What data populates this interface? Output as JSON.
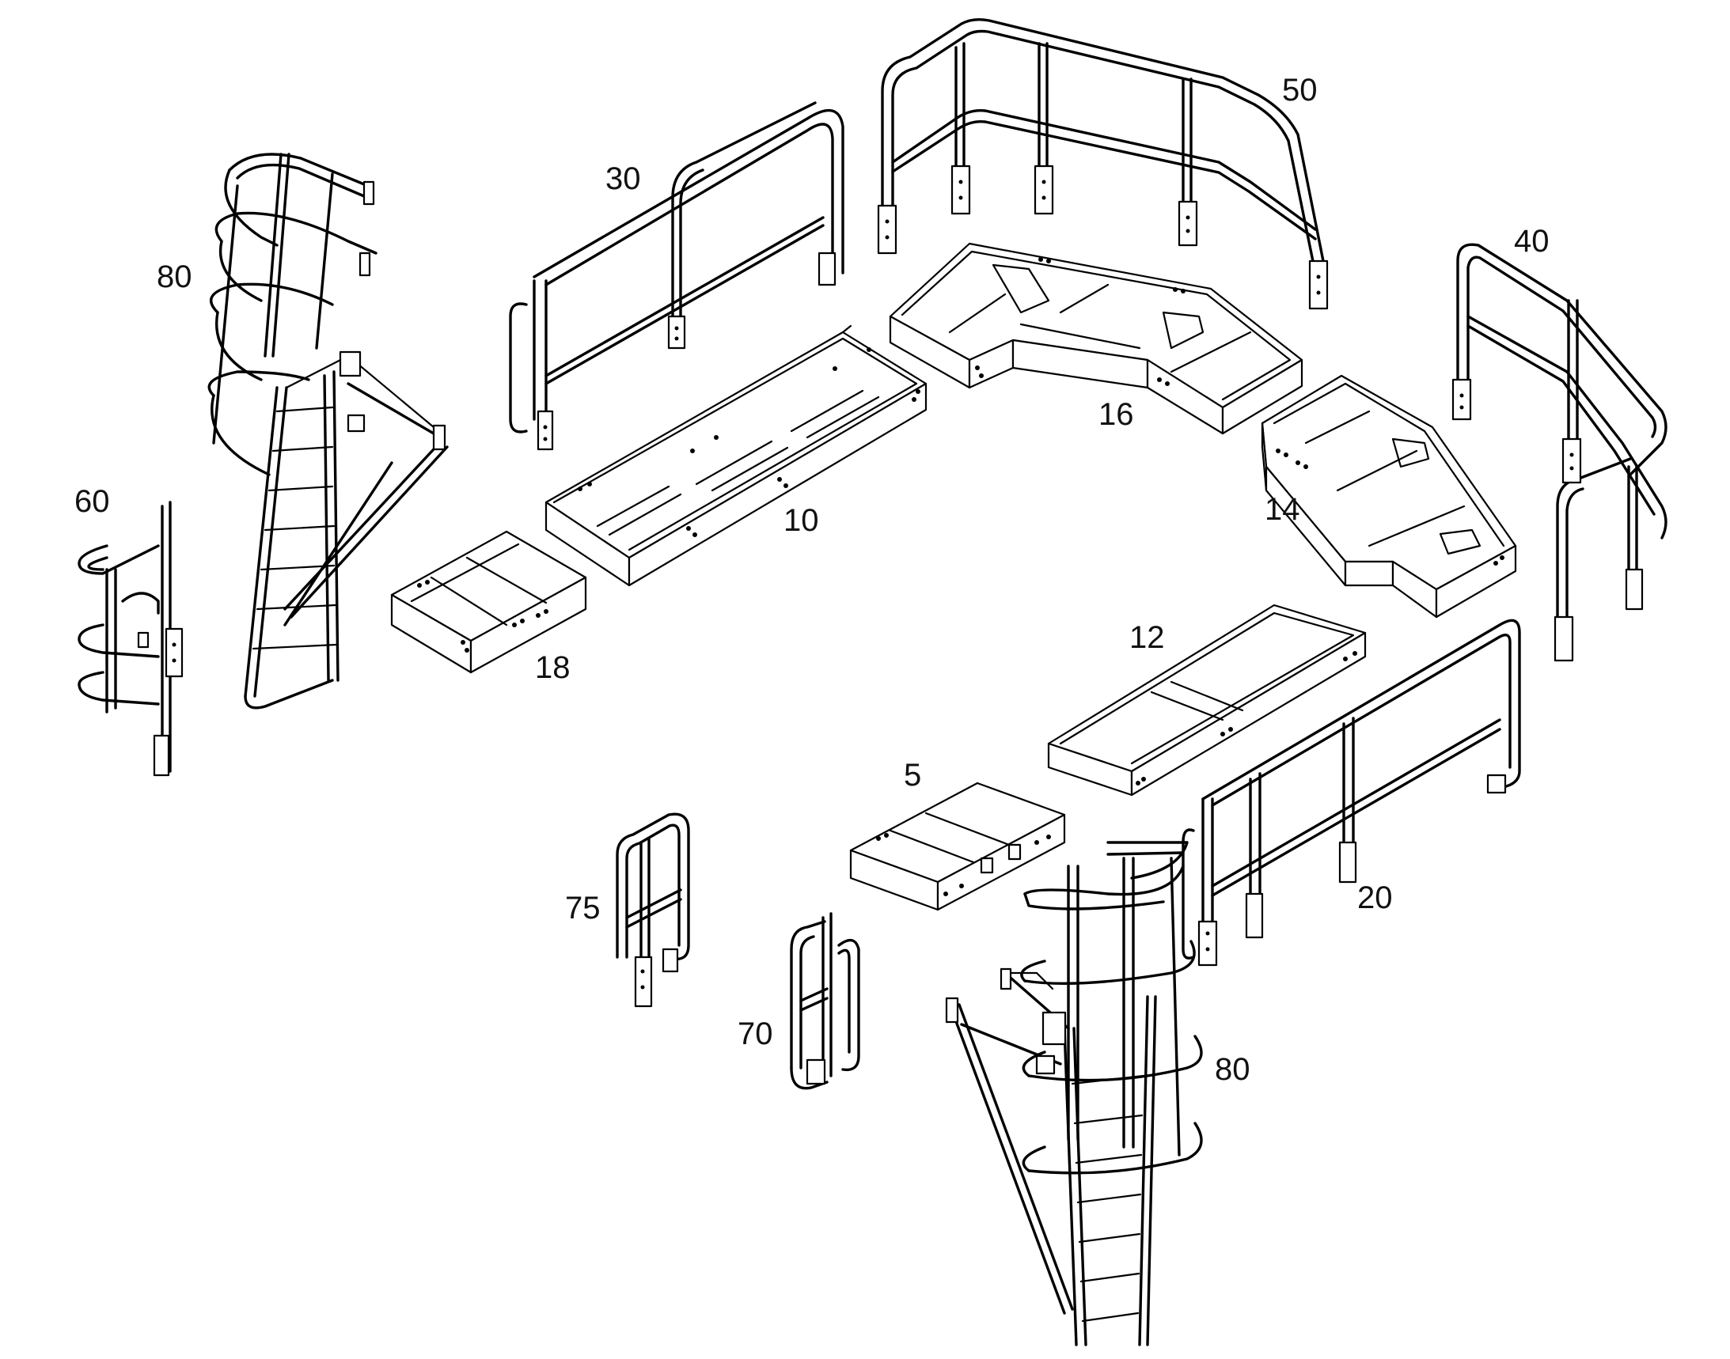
{
  "diagram": {
    "type": "exploded-parts-drawing",
    "line_color": "#000000",
    "background": "#ffffff",
    "callouts": [
      {
        "id": "c-5",
        "text": "5",
        "part": "platform-module-5"
      },
      {
        "id": "c-10",
        "text": "10",
        "part": "platform-module-10"
      },
      {
        "id": "c-12",
        "text": "12",
        "part": "platform-module-12"
      },
      {
        "id": "c-14",
        "text": "14",
        "part": "platform-module-14"
      },
      {
        "id": "c-16",
        "text": "16",
        "part": "platform-module-16"
      },
      {
        "id": "c-18",
        "text": "18",
        "part": "platform-module-18"
      },
      {
        "id": "c-20",
        "text": "20",
        "part": "guardrail-20"
      },
      {
        "id": "c-30",
        "text": "30",
        "part": "guardrail-30"
      },
      {
        "id": "c-40",
        "text": "40",
        "part": "guardrail-40"
      },
      {
        "id": "c-50",
        "text": "50",
        "part": "guardrail-50"
      },
      {
        "id": "c-60",
        "text": "60",
        "part": "gate-60"
      },
      {
        "id": "c-70",
        "text": "70",
        "part": "gate-70"
      },
      {
        "id": "c-75",
        "text": "75",
        "part": "gate-75"
      },
      {
        "id": "c-80a",
        "text": "80",
        "part": "caged-ladder-80-upper"
      },
      {
        "id": "c-80b",
        "text": "80",
        "part": "caged-ladder-80-lower"
      }
    ]
  }
}
